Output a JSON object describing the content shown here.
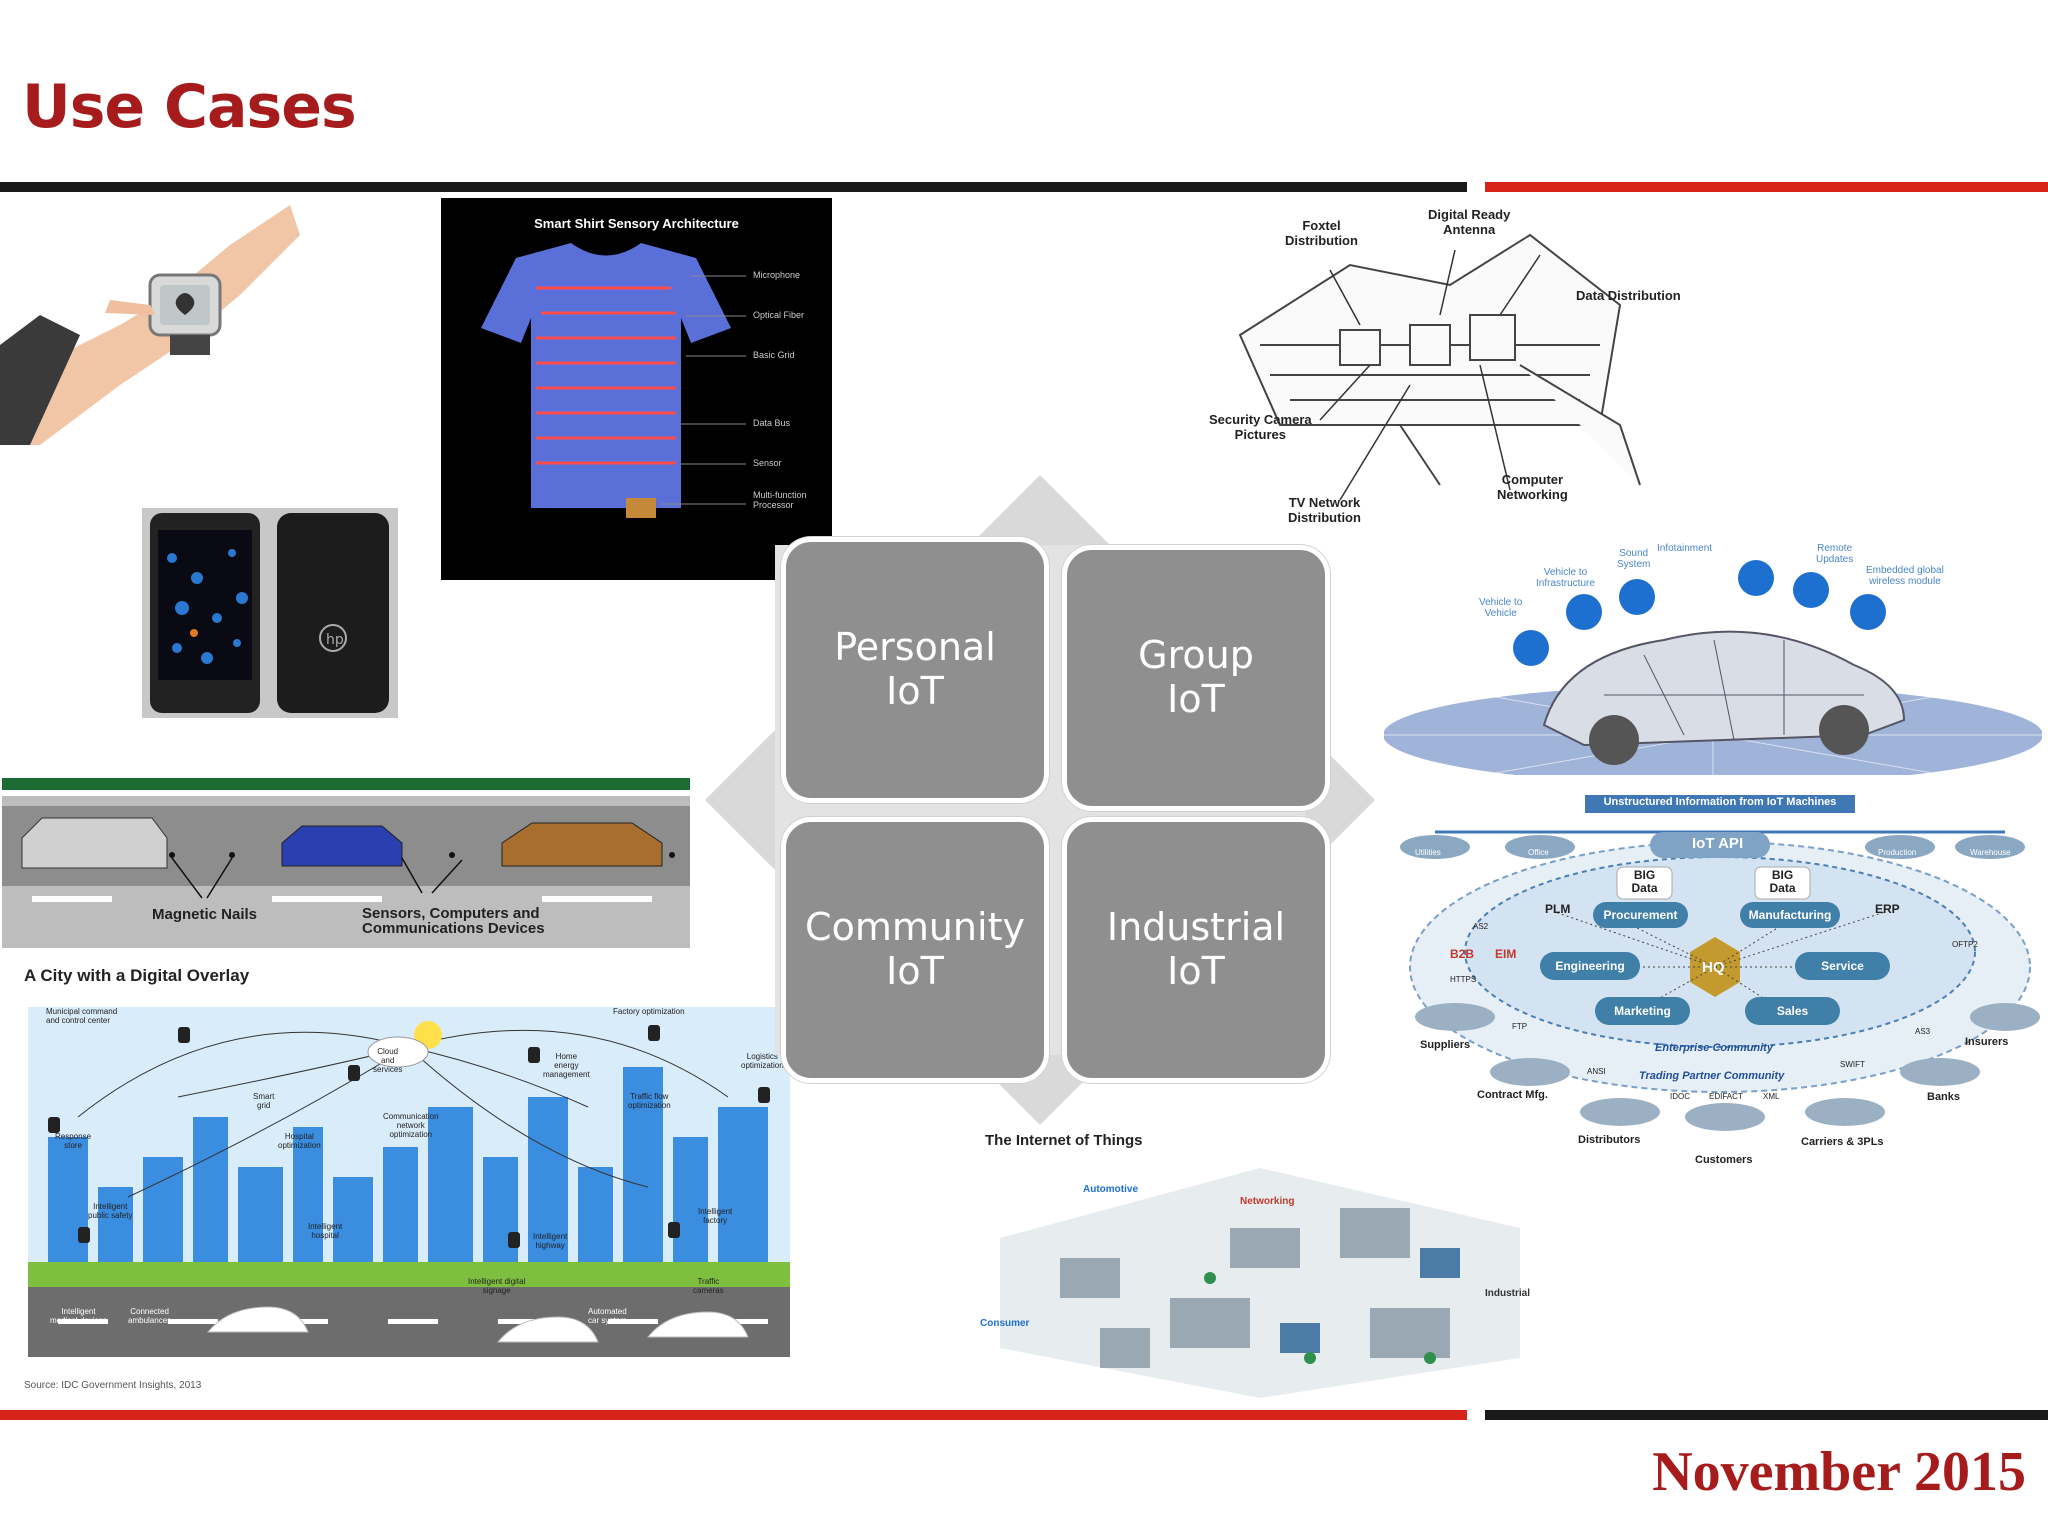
{
  "slide": {
    "title": "Use Cases",
    "footer_date": "November 2015",
    "accent_color": "#a61c1c",
    "rule_dark": "#1a1a1a",
    "rule_red": "#d8231a"
  },
  "quadrants": [
    {
      "label": "Personal\nIoT"
    },
    {
      "label": "Group\nIoT"
    },
    {
      "label": "Community\nIoT"
    },
    {
      "label": "Industrial\nIoT"
    }
  ],
  "smart_shirt": {
    "title": "Smart Shirt Sensory Architecture",
    "labels": [
      "Microphone",
      "Optical Fiber",
      "Basic Grid",
      "Data Bus",
      "Sensor",
      "Multi-function\nProcessor"
    ]
  },
  "house": {
    "labels": [
      "Foxtel\nDistribution",
      "Digital Ready\nAntenna",
      "Data Distribution",
      "Security Camera\nPictures",
      "Computer\nNetworking",
      "TV Network\nDistribution"
    ]
  },
  "car": {
    "labels": [
      "Vehicle to\nVehicle",
      "Vehicle to\nInfrastructure",
      "Sound\nSystem",
      "Infotainment",
      "Remote\nUpdates",
      "Embedded global\nwireless module"
    ]
  },
  "road": {
    "labels": [
      "Magnetic Nails",
      "Sensors, Computers and\nCommunications Devices"
    ]
  },
  "city": {
    "title": "A City with a Digital Overlay",
    "source": "Source: IDC Government Insights, 2013",
    "labels": [
      "Municipal command\nand control center",
      "Factory optimization",
      "Logistics\noptimization",
      "Cloud\nand\nservices",
      "Home\nenergy\nmanagement",
      "Traffic flow\noptimization",
      "Smart\ngrid",
      "Communication\nnetwork\noptimization",
      "Hospital\noptimization",
      "Response\nstore",
      "Intelligent\npublic safety",
      "Intelligent\nhospital",
      "Intelligent\nhighway",
      "Intelligent\nfactory",
      "Intelligent digital\nsignage",
      "Traffic\ncameras",
      "Intelligent\nmedical devices",
      "Connected\nambulances",
      "Automated\ncar system"
    ]
  },
  "iot_things": {
    "title": "The Internet of Things",
    "labels": [
      "Automotive",
      "Networking",
      "Consumer",
      "Industrial"
    ]
  },
  "enterprise": {
    "header": "Unstructured Information from IoT Machines",
    "top_icons": [
      "Utilities",
      "Office",
      "Production",
      "Warehouse"
    ],
    "api": "IoT API",
    "big_data": [
      "BIG\nData",
      "BIG\nData"
    ],
    "modules": [
      "PLM",
      "Procurement",
      "Manufacturing",
      "ERP",
      "Engineering",
      "HQ",
      "Service",
      "Marketing",
      "Sales"
    ],
    "b2b": "B2B",
    "eim": "EIM",
    "protocols": [
      "AS2",
      "HTTPS",
      "FTP",
      "ANSI",
      "IDOC",
      "EDIFACT",
      "XML",
      "SWIFT",
      "AS3",
      "OFTP2"
    ],
    "communities": [
      "Enterprise Community",
      "Trading Partner Community"
    ],
    "partners": [
      "Suppliers",
      "Contract Mfg.",
      "Distributors",
      "Customers",
      "Carriers & 3PLs",
      "Banks",
      "Insurers"
    ]
  }
}
